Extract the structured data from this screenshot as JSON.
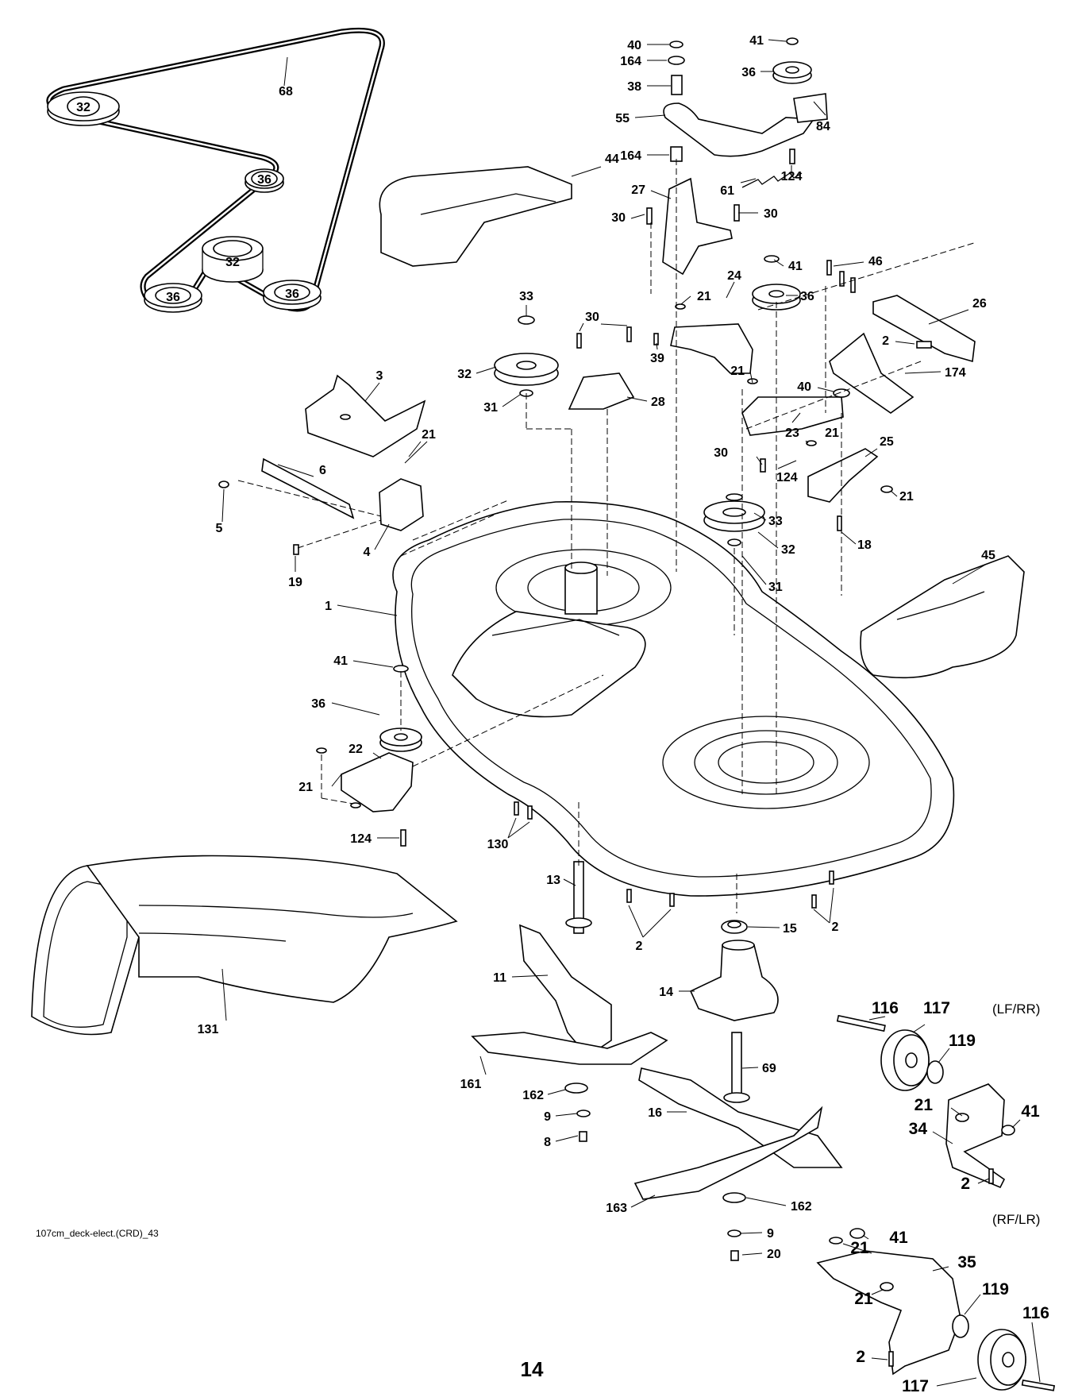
{
  "diagram": {
    "caption": "107cm_deck-elect.(CRD)_43",
    "page_number": "14",
    "wheel_group_labels": {
      "upper": "(LF/RR)",
      "lower": "(RF/LR)"
    },
    "belt_diagram_labels": {
      "belt": "68",
      "pulley_top_left": "32",
      "pulley_mid": "36",
      "pulley_lower_center": "32",
      "pulley_bottom_left": "36",
      "pulley_bottom_right": "36"
    },
    "callouts": [
      "40",
      "164",
      "38",
      "55",
      "164",
      "41",
      "36",
      "84",
      "124",
      "61",
      "27",
      "30",
      "30",
      "41",
      "36",
      "46",
      "26",
      "2",
      "174",
      "24",
      "21",
      "39",
      "21",
      "40",
      "23",
      "44",
      "33",
      "32",
      "31",
      "30",
      "28",
      "3",
      "21",
      "6",
      "5",
      "4",
      "19",
      "30",
      "124",
      "21",
      "25",
      "21",
      "18",
      "33",
      "32",
      "31",
      "1",
      "45",
      "41",
      "36",
      "22",
      "21",
      "124",
      "130",
      "13",
      "2",
      "15",
      "2",
      "11",
      "14",
      "131",
      "69",
      "161",
      "162",
      "9",
      "8",
      "16",
      "163",
      "162",
      "9",
      "20",
      "116",
      "117",
      "119",
      "21",
      "41",
      "34",
      "2",
      "21",
      "41",
      "35",
      "21",
      "119",
      "116",
      "2",
      "117"
    ]
  }
}
